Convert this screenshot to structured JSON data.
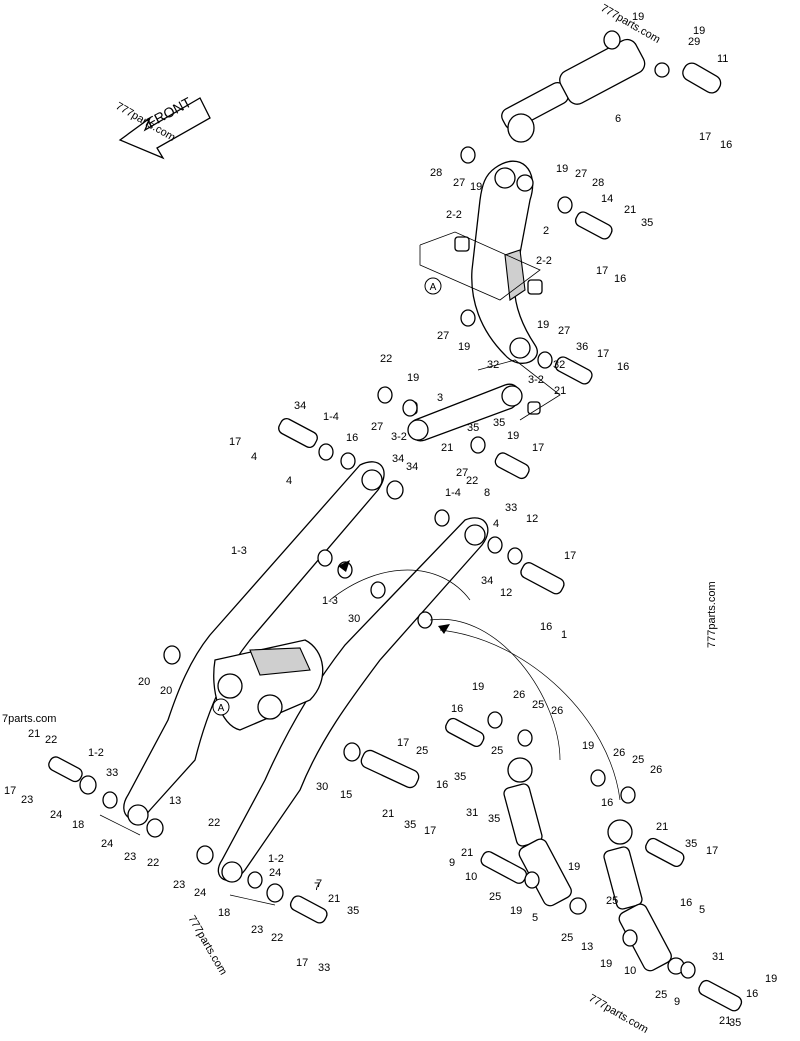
{
  "diagram": {
    "front_marker": "FRONT",
    "detail_marker": "A",
    "watermarks": [
      "777parts.com",
      "777parts.com",
      "7parts.com",
      "777parts.com",
      "777parts.com",
      "777parts.com"
    ],
    "part_labels": [
      "19",
      "19",
      "29",
      "11",
      "6",
      "17",
      "16",
      "28",
      "27",
      "19",
      "19",
      "27",
      "28",
      "14",
      "21",
      "35",
      "17",
      "16",
      "2-2",
      "2",
      "2-2",
      "27",
      "19",
      "19",
      "27",
      "36",
      "17",
      "16",
      "22",
      "19",
      "27",
      "3-2",
      "3",
      "32",
      "32",
      "3-2",
      "21",
      "35",
      "21",
      "35",
      "19",
      "27",
      "22",
      "8",
      "17",
      "33",
      "12",
      "34",
      "1-4",
      "16",
      "17",
      "4",
      "4",
      "34",
      "34",
      "1-4",
      "4",
      "34",
      "12",
      "17",
      "16",
      "1",
      "1-3",
      "1-3",
      "30",
      "20",
      "20",
      "30",
      "15",
      "21",
      "35",
      "17",
      "16",
      "35",
      "21",
      "22",
      "1-2",
      "33",
      "17",
      "23",
      "24",
      "18",
      "24",
      "23",
      "22",
      "13",
      "16",
      "17",
      "25",
      "19",
      "26",
      "25",
      "26",
      "25",
      "19",
      "26",
      "25",
      "26",
      "16",
      "31",
      "35",
      "21",
      "9",
      "10",
      "25",
      "19",
      "5",
      "19",
      "25",
      "13",
      "21",
      "35",
      "17",
      "16",
      "5",
      "25",
      "19",
      "10",
      "31",
      "16",
      "19",
      "25",
      "9",
      "21",
      "35",
      "22",
      "23",
      "24",
      "1-2",
      "24",
      "7",
      "21",
      "35",
      "18",
      "23",
      "22",
      "17",
      "33",
      "7"
    ]
  }
}
